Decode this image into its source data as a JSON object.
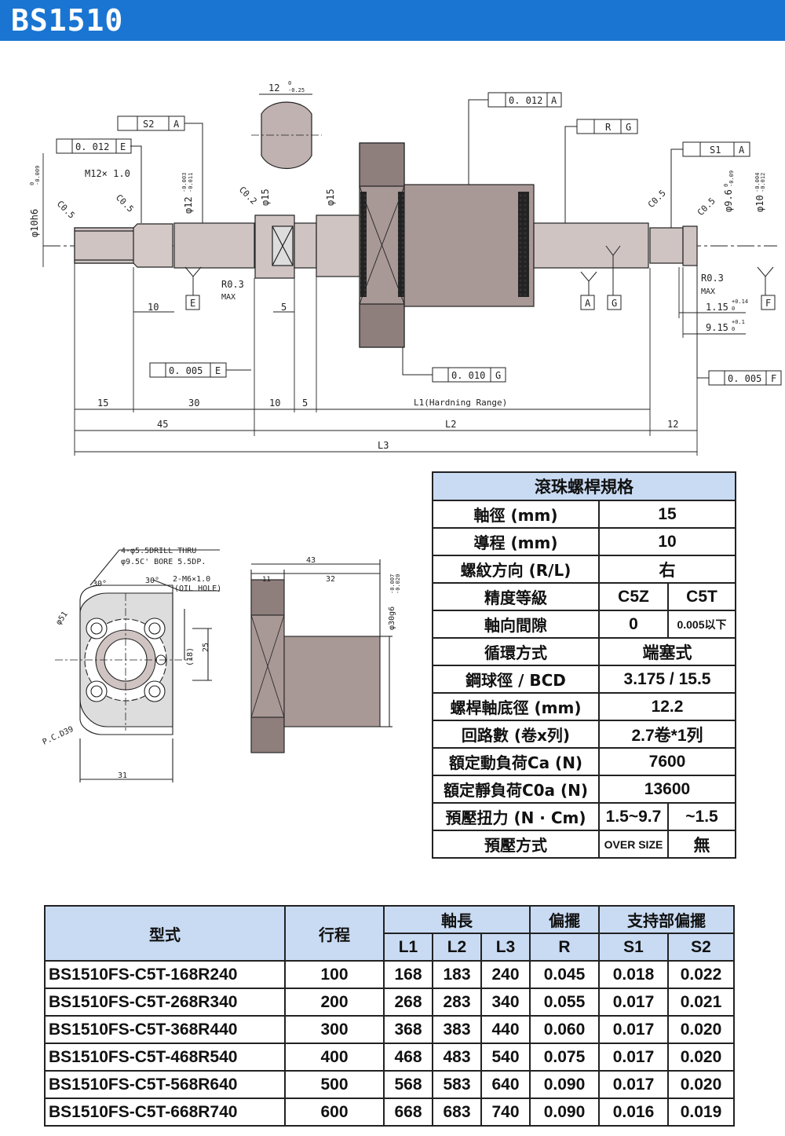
{
  "header": {
    "title": "BS1510"
  },
  "drawing": {
    "dims": {
      "d12": "12",
      "d12_tol": "0",
      "d12_tol2": "-0.25",
      "s2": "S2",
      "a": "A",
      "e": "E",
      "f": "F",
      "g": "G",
      "r": "R",
      "s1": "S1",
      "t0012": "0. 012",
      "t0012b": "0. 012",
      "m12": "M12× 1.0",
      "c05": "C0.5",
      "c02": "C0.2",
      "phi10h6": "φ10h6",
      "phi10h6_tol": "0",
      "phi10h6_tol2": "-0.009",
      "phi12": "φ12",
      "phi12_tol": "-0.003",
      "phi12_tol2": "-0.011",
      "phi15": "φ15",
      "phi96": "φ9.6",
      "phi96_tol": "0",
      "phi96_tol2": "-0.09",
      "phi10": "φ10",
      "phi10_tol": "-0.004",
      "phi10_tol2": "-0.012",
      "r03": "R0.3",
      "max": "MAX",
      "len10": "10",
      "len5": "5",
      "w115": "1.15",
      "w115_tol": "+0.14",
      "w115_tol2": "0",
      "w915": "9.15",
      "w915_tol": "+0.1",
      "w915_tol2": "0",
      "t0005": "0. 005",
      "t0010": "0. 010",
      "b15": "15",
      "b30": "30",
      "b10": "10",
      "b5": "5",
      "l1": "L1(Hardning Range)",
      "b45": "45",
      "l2": "L2",
      "b12": "12",
      "l3": "L3"
    },
    "nut": {
      "drill": "4-φ5.5DRILL THRU",
      "bore": "φ9.5C' BORE 5.5DP.",
      "deg1": "30°",
      "deg2": "30°",
      "m6": "2-M6×1.0",
      "oil": "(OIL HOLE)",
      "phi51": "φ51",
      "pcd": "P.C.D39",
      "h18": "(18)",
      "h25": "25",
      "w31": "31",
      "w43": "43",
      "w11": "11",
      "w32": "32",
      "phi30": "φ30g6",
      "phi30_tol": "-0.007",
      "phi30_tol2": "-0.020"
    }
  },
  "spec": {
    "title": "滾珠螺桿規格",
    "rows": [
      {
        "label": "軸徑 (mm)",
        "value": "15"
      },
      {
        "label": "導程 (mm)",
        "value": "10"
      },
      {
        "label": "螺紋方向 (R/L)",
        "value": "右"
      },
      {
        "label": "精度等級",
        "v1": "C5Z",
        "v2": "C5T"
      },
      {
        "label": "軸向間隙",
        "v1": "0",
        "v2": "0.005以下"
      },
      {
        "label": "循環方式",
        "value": "端塞式"
      },
      {
        "label": "鋼球徑 / BCD",
        "value": "3.175 / 15.5"
      },
      {
        "label": "螺桿軸底徑 (mm)",
        "value": "12.2"
      },
      {
        "label": "回路數 (卷x列)",
        "value": "2.7卷*1列"
      },
      {
        "label": "額定動負荷Ca (N)",
        "value": "7600"
      },
      {
        "label": "額定靜負荷C0a (N)",
        "value": "13600"
      },
      {
        "label": "預壓扭力 (N · Cm)",
        "v1": "1.5~9.7",
        "v2": "~1.5"
      },
      {
        "label": "預壓方式",
        "v1": "OVER SIZE",
        "v2": "無"
      }
    ]
  },
  "models": {
    "headers": {
      "type": "型式",
      "stroke": "行程",
      "length": "軸長",
      "runout": "偏擺",
      "support": "支持部偏擺",
      "l1": "L1",
      "l2": "L2",
      "l3": "L3",
      "r": "R",
      "s1": "S1",
      "s2": "S2"
    },
    "rows": [
      [
        "BS1510FS-C5T-168R240",
        "100",
        "168",
        "183",
        "240",
        "0.045",
        "0.018",
        "0.022"
      ],
      [
        "BS1510FS-C5T-268R340",
        "200",
        "268",
        "283",
        "340",
        "0.055",
        "0.017",
        "0.021"
      ],
      [
        "BS1510FS-C5T-368R440",
        "300",
        "368",
        "383",
        "440",
        "0.060",
        "0.017",
        "0.020"
      ],
      [
        "BS1510FS-C5T-468R540",
        "400",
        "468",
        "483",
        "540",
        "0.075",
        "0.017",
        "0.020"
      ],
      [
        "BS1510FS-C5T-568R640",
        "500",
        "568",
        "583",
        "640",
        "0.090",
        "0.017",
        "0.020"
      ],
      [
        "BS1510FS-C5T-668R740",
        "600",
        "668",
        "683",
        "740",
        "0.090",
        "0.016",
        "0.019"
      ]
    ]
  }
}
